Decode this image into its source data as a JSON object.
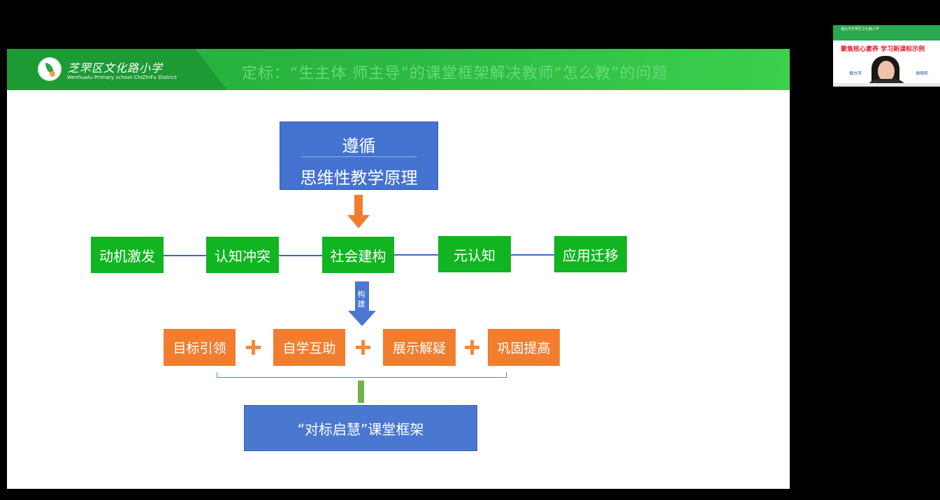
{
  "slide": {
    "school_name": "芝罘区文化路小学",
    "school_en": "Wenhualu Primary school ChiZhiFu District",
    "title": "定标：“生主体 师主导”的课堂框架解决教师“怎么教”的问题",
    "principle_line1": "遵循",
    "principle_line2": "思维性教学原理",
    "process_steps": [
      "动机激发",
      "认知冲突",
      "社会建构",
      "元认知",
      "应用迁移"
    ],
    "build_arrow_label": "构建",
    "framework_steps": [
      "目标引领",
      "自学互助",
      "展示解疑",
      "巩固提高"
    ],
    "framework_title": "“对标启慧”课堂框架"
  },
  "video": {
    "top_text": "烟台市芝罘区文化路小学",
    "banner": "聚焦核心素养 学习新课标示例",
    "left_name": "烟台市",
    "right_name": "谢丽莉"
  }
}
